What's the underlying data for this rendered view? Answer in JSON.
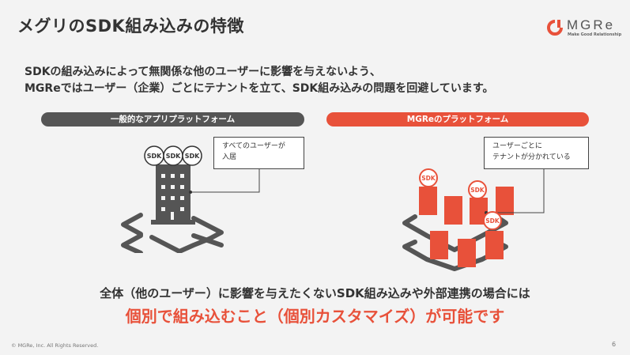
{
  "header": {
    "title": "メグリのSDK組み込みの特徴"
  },
  "logo": {
    "brand": "MGRe",
    "tagline": "Make Good Relationship"
  },
  "intro": {
    "line1": "SDKの組み込みによって無関係な他のユーザーに影響を与えないよう、",
    "line2": "MGReではユーザー（企業）ごとにテナントを立て、SDK組み込みの問題を回避しています。"
  },
  "left_panel": {
    "label": "一般的なアプリプラットフォーム",
    "callout_line1": "すべてのユーザーが",
    "callout_line2": "入居",
    "sdk_badges": [
      "SDK",
      "SDK",
      "SDK"
    ]
  },
  "right_panel": {
    "label": "MGReのプラットフォーム",
    "callout_line1": "ユーザーごとに",
    "callout_line2": "テナントが分かれている",
    "sdk_badges": [
      "SDK",
      "SDK",
      "SDK"
    ]
  },
  "summary": "全体（他のユーザー）に影響を与えたくないSDK組み込みや外部連携の場合には",
  "highlight": "個別で組み込むこと（個別カスタマイズ）が可能です",
  "footer": {
    "copyright": "© MGRe, Inc. All Rights Reserved.",
    "page": "6"
  },
  "colors": {
    "accent": "#e8513a",
    "dark": "#555555",
    "background": "#f3f3f3"
  }
}
